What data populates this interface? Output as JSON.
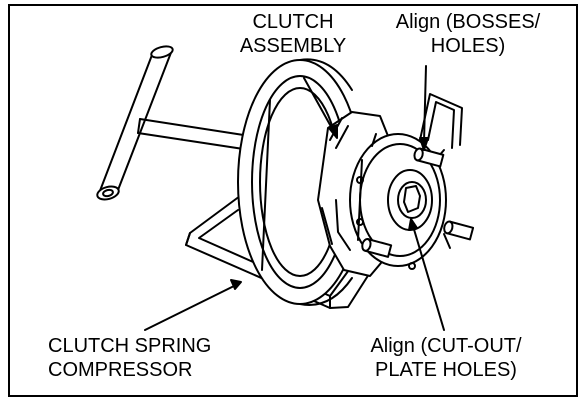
{
  "labels": {
    "clutch_assembly": [
      "CLUTCH",
      "ASSEMBLY"
    ],
    "align_bosses": [
      "Align (BOSSES/",
      "HOLES)"
    ],
    "spring_compressor": [
      "CLUTCH SPRING",
      "COMPRESSOR"
    ],
    "align_cutout": [
      "Align (CUT-OUT/",
      "PLATE HOLES)"
    ]
  },
  "colors": {
    "ink": "#000000",
    "paper": "#ffffff"
  }
}
